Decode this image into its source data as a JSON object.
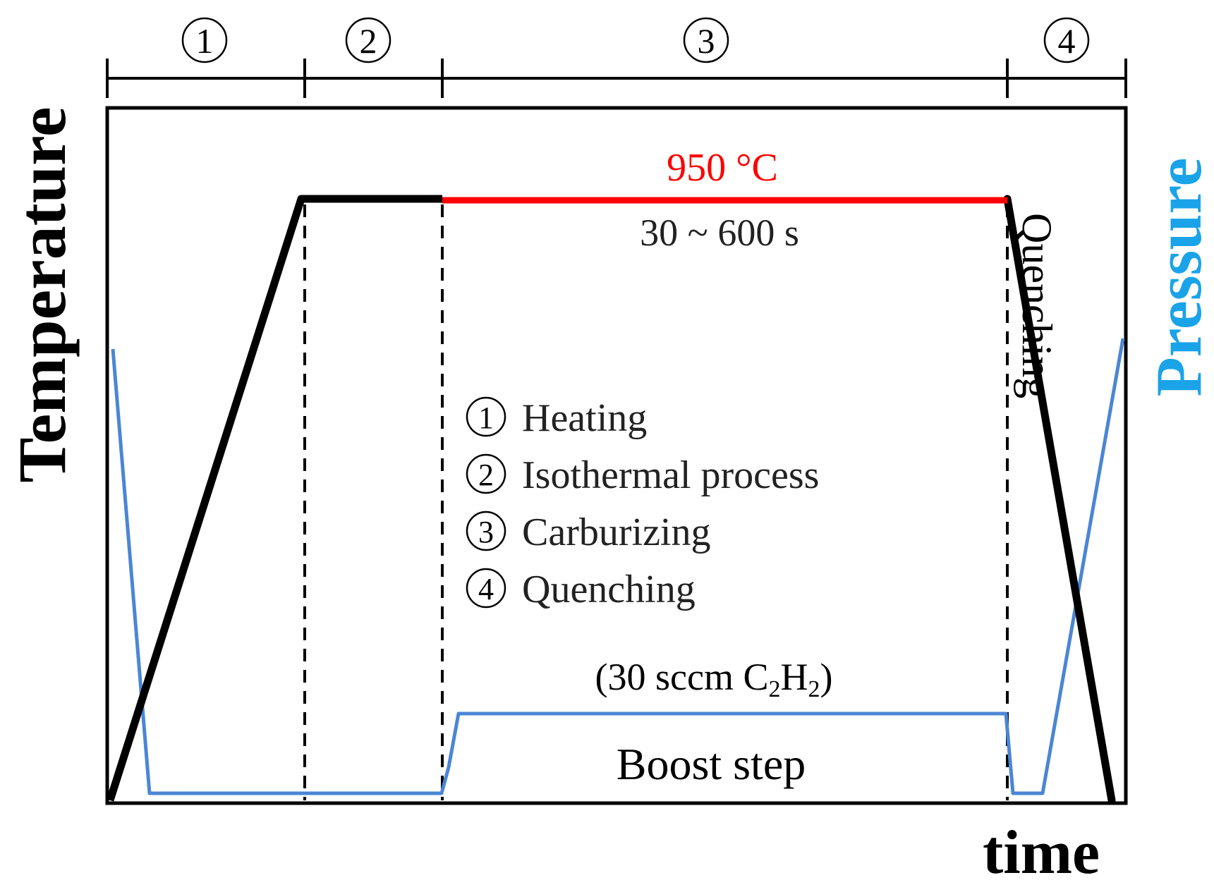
{
  "axes": {
    "y_left_label": "Temperature",
    "y_right_label": "Pressure",
    "x_label": "time"
  },
  "steps": [
    {
      "number": "1"
    },
    {
      "number": "2"
    },
    {
      "number": "3"
    },
    {
      "number": "4"
    }
  ],
  "annotations": {
    "temperature": "950 °C",
    "duration": "30 ~ 600 s",
    "quenching_side": "Quenching",
    "boost_step": "Boost step",
    "gas_prefix": "(30 sccm C",
    "gas_sub1": "2",
    "gas_mid": "H",
    "gas_sub2": "2",
    "gas_suffix": ")"
  },
  "legend": [
    {
      "number": "1",
      "label": "Heating"
    },
    {
      "number": "2",
      "label": "Isothermal process"
    },
    {
      "number": "3",
      "label": "Carburizing"
    },
    {
      "number": "4",
      "label": "Quenching"
    }
  ],
  "colors": {
    "temperature_line": "#000000",
    "carburizing_segment": "#ff0000",
    "pressure_line": "#4a86d4",
    "pressure_label": "#1aa3e8"
  }
}
